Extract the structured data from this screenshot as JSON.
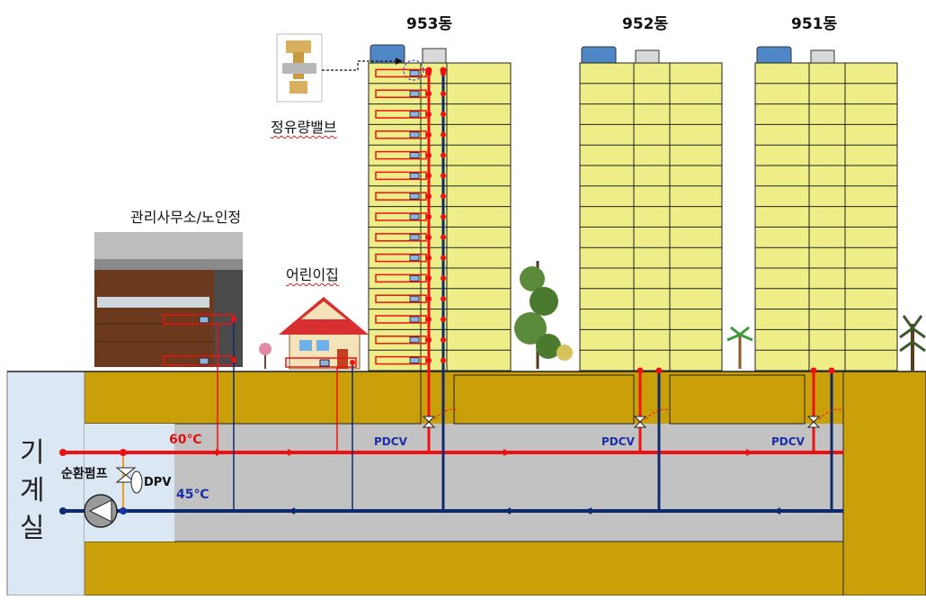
{
  "buildings": [
    {
      "name": "953동"
    },
    {
      "name": "952동"
    },
    {
      "name": "951동"
    }
  ],
  "labels": {
    "valve": "정유량밸브",
    "office": "관리사무소/노인정",
    "daycare": "어린이집",
    "machine_room": [
      "기",
      "계",
      "실"
    ],
    "pump": "순환펌프",
    "dpv": "DPV",
    "supply_temp": "60℃",
    "return_temp": "45℃",
    "pdcv": "PDCV"
  },
  "colors": {
    "supply_pipe": "#ee1111",
    "return_pipe": "#0d2a6e",
    "facade": "#eeee88",
    "ground": "#c9a00a",
    "trench": "#c2c2c2",
    "machine_room": "#dbe8f4",
    "roof_left": "#4f86c6",
    "roof_right": "#d8d8d8"
  }
}
